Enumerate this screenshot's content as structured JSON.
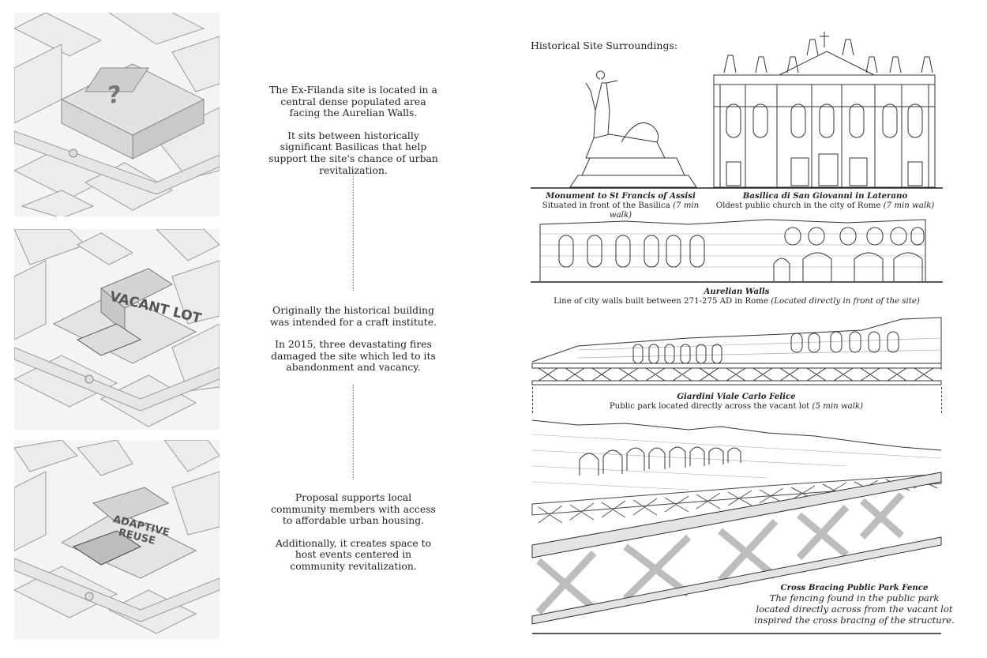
{
  "panels": [
    {
      "name": "panel-site-question",
      "label": "?"
    },
    {
      "name": "panel-vacant-lot",
      "label": "VACANT LOT"
    },
    {
      "name": "panel-adaptive-reuse",
      "label_line1": "ADAPTIVE",
      "label_line2": "REUSE"
    }
  ],
  "story": {
    "block1": {
      "p1": "The Ex-Filanda site is located in a central dense populated area facing the Aurelian Walls.",
      "p2": "It sits between historically significant Basilicas that help support the site's chance of urban revitalization."
    },
    "block2": {
      "p1": "Originally the historical building was intended for a craft institute.",
      "p2": "In 2015, three devastating fires damaged the site which led to its abandonment and vacancy."
    },
    "block3": {
      "p1": "Proposal supports local community members with access to affordable urban housing.",
      "p2": "Additionally, it creates space to host events centered in community revitalization."
    }
  },
  "heading": "Historical Site Surroundings:",
  "captions": {
    "monument": {
      "title": "Monument to St Francis of Assisi",
      "desc": "Situated in front of the Basilica",
      "note": "(7 min walk)"
    },
    "basilica": {
      "title": "Basilica di San Giovanni in Laterano",
      "desc": "Oldest public church in the city of Rome",
      "note": "(7 min walk)"
    },
    "walls": {
      "title": "Aurelian Walls",
      "desc": "Line of city walls built between 271-275 AD in Rome",
      "note": "(Located directly in front of the site)"
    },
    "park": {
      "title": "Giardini Viale Carlo Felice",
      "desc": "Public park located directly across the vacant lot",
      "note": "(5 min walk)"
    },
    "fence": {
      "title": "Cross Bracing Public Park Fence",
      "desc": "The fencing found in the public park located directly across from the vacant lot inspired the cross bracing of the structure."
    }
  }
}
